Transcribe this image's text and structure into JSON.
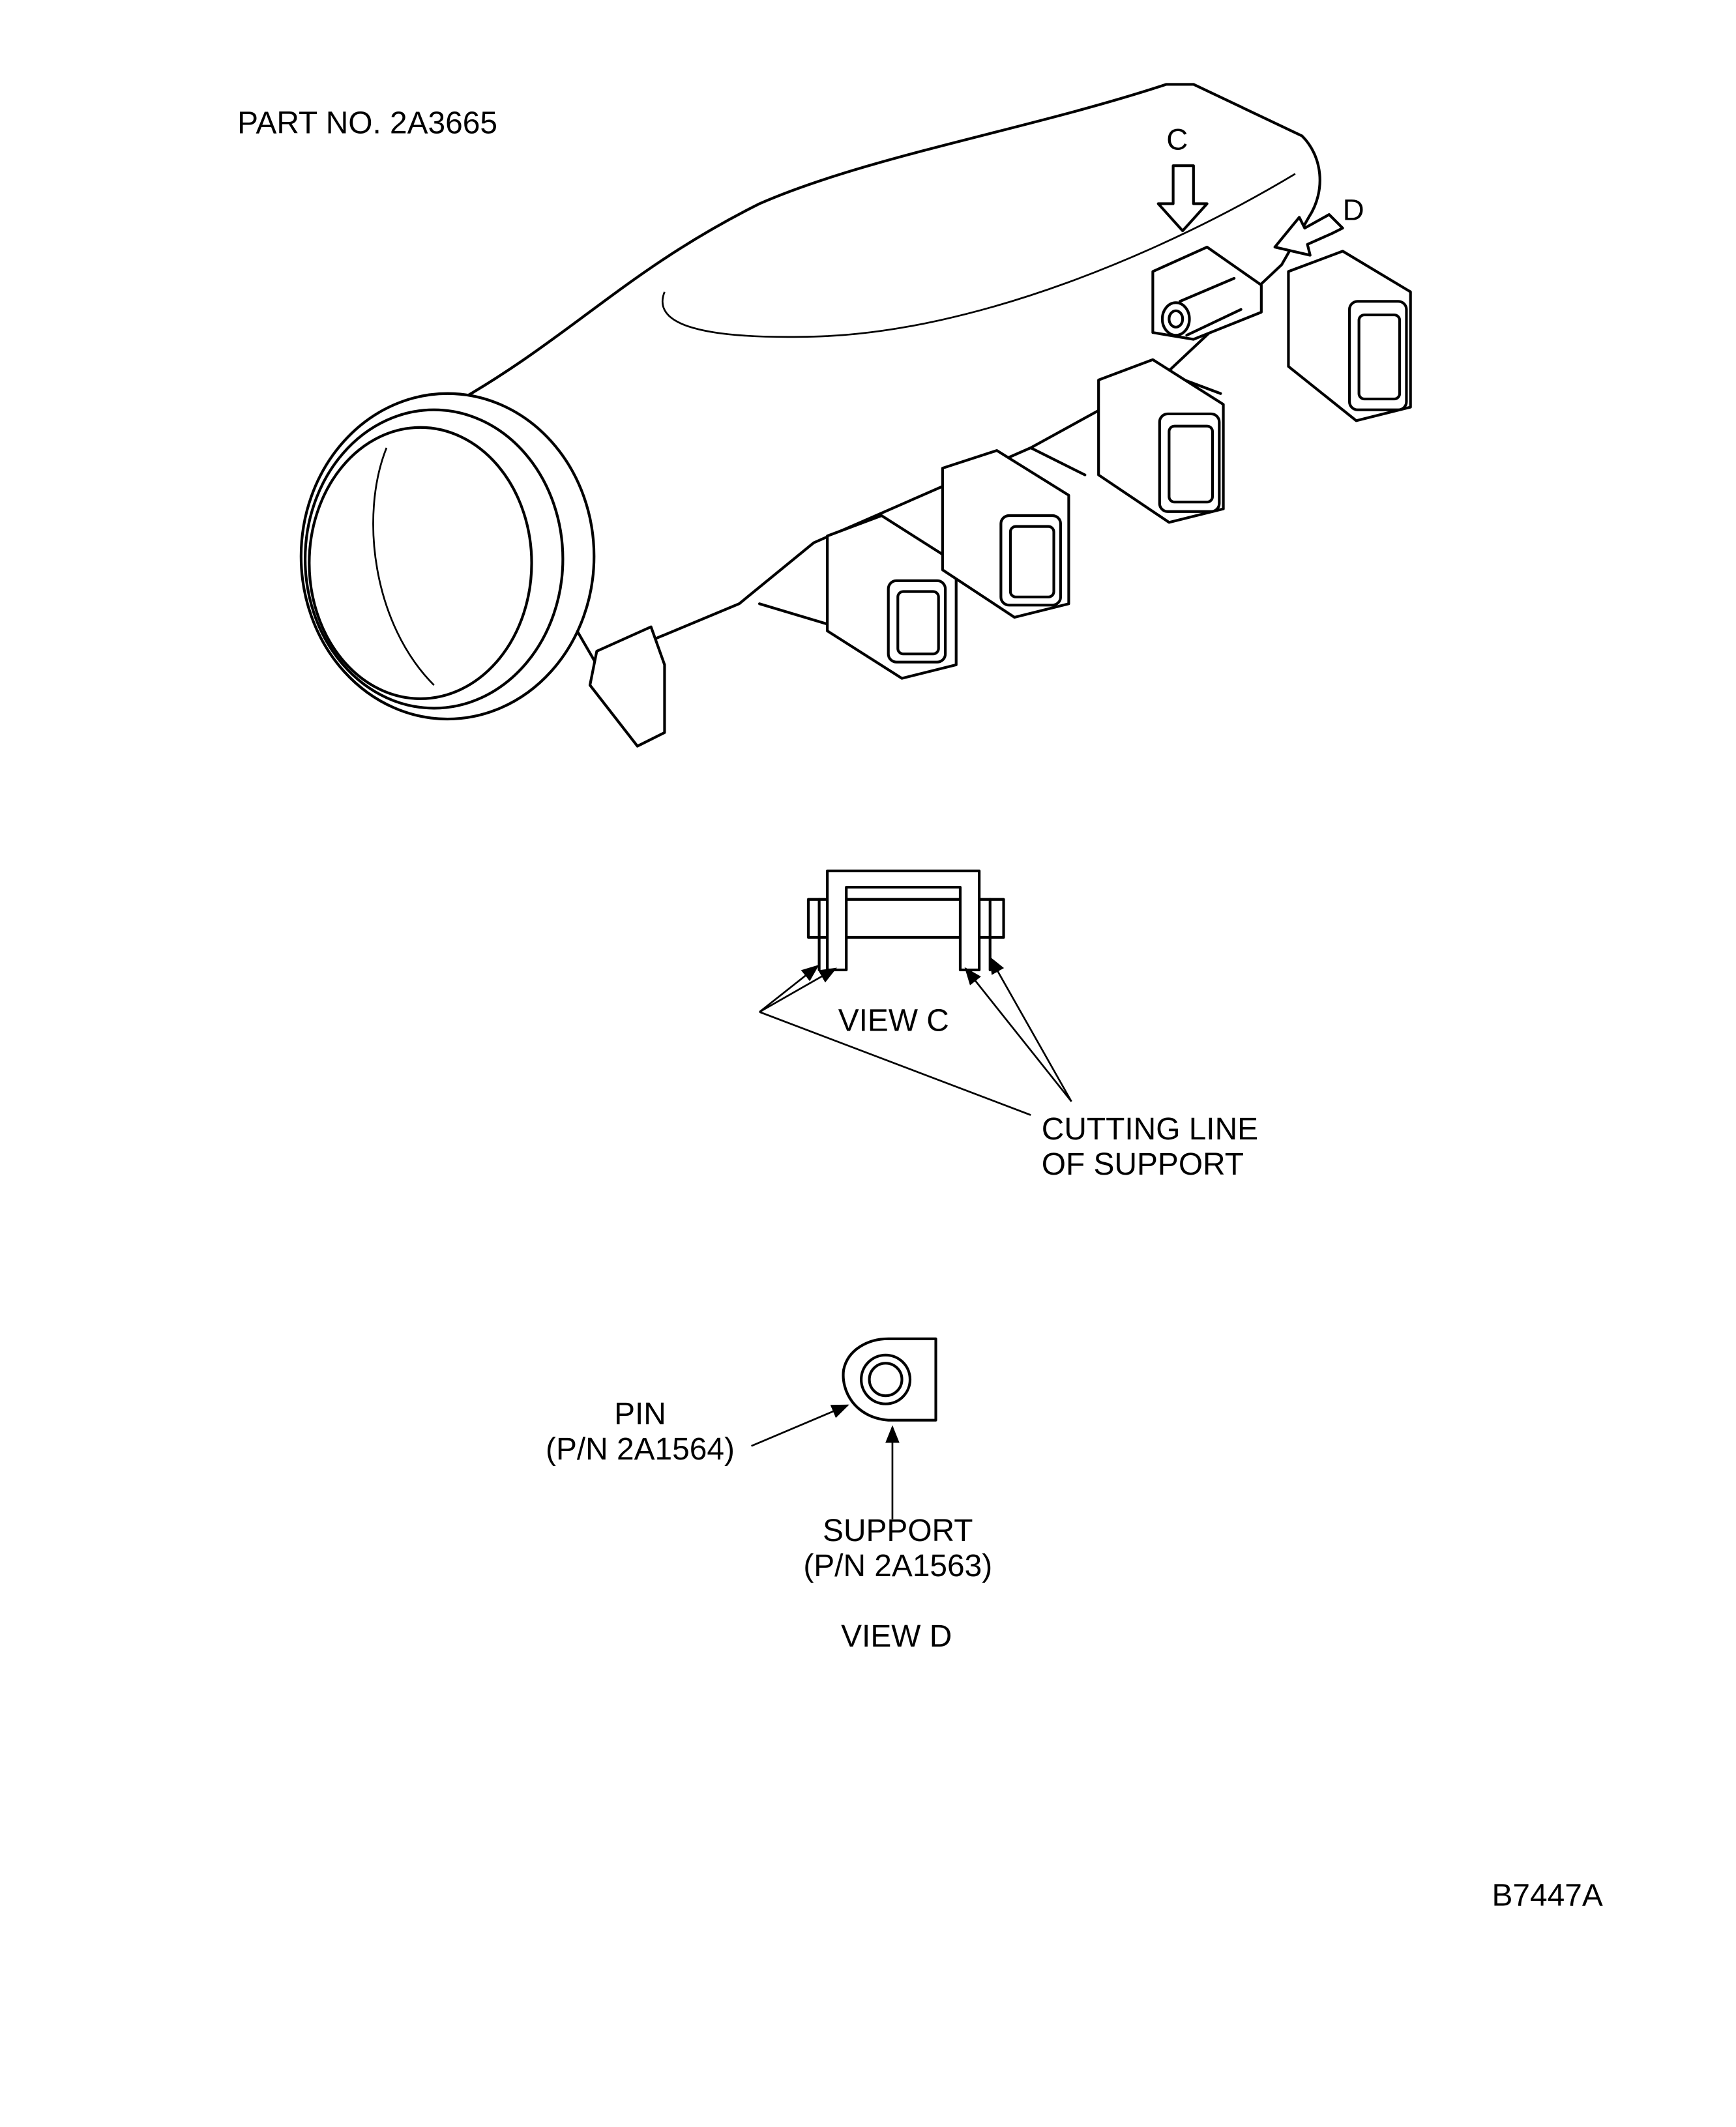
{
  "part_number": "PART NO. 2A3665",
  "arrow_labels": {
    "c": "C",
    "d": "D"
  },
  "view_c": {
    "title": "VIEW C",
    "callout_line1": "CUTTING LINE",
    "callout_line2": "OF SUPPORT"
  },
  "view_d": {
    "title": "VIEW D",
    "pin_label": "PIN",
    "pin_pn": "(P/N 2A1564)",
    "support_label": "SUPPORT",
    "support_pn": "(P/N 2A1563)"
  },
  "figure_id": "B7447A"
}
